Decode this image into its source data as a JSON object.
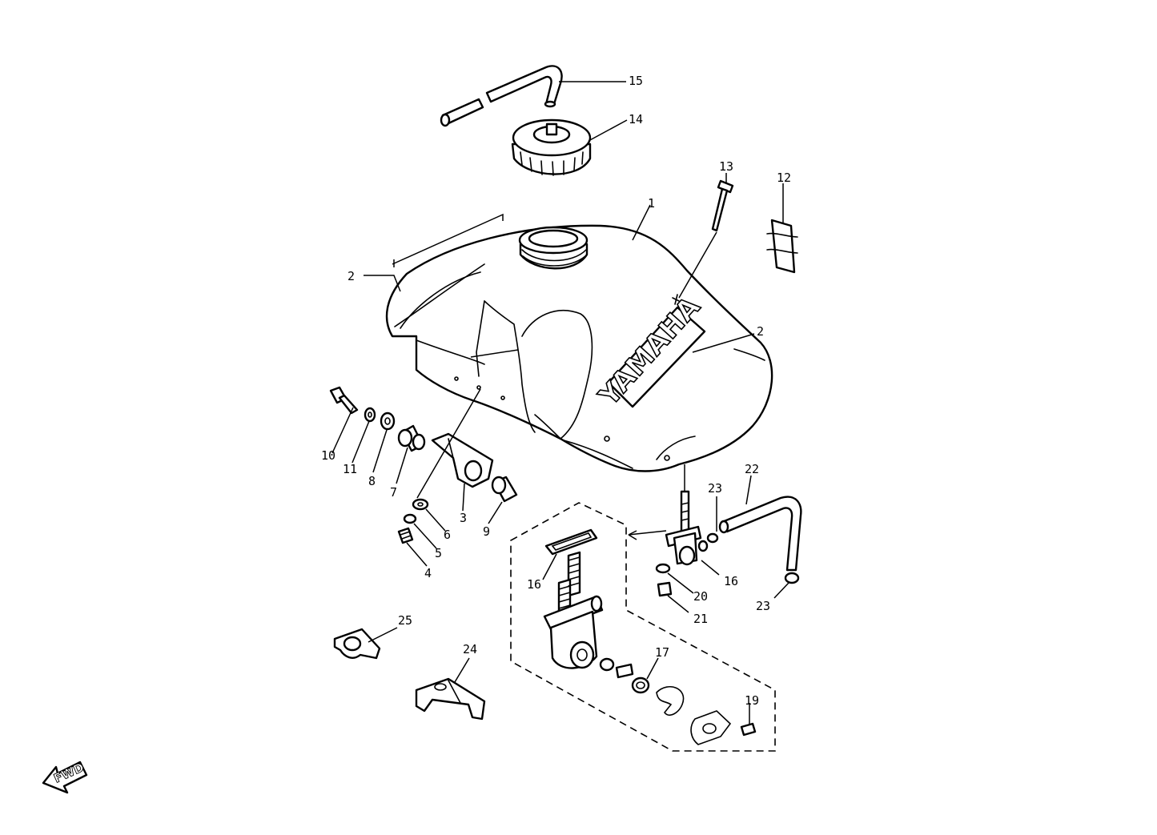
{
  "brand_text": "YAMAHA",
  "direction_label": "FWD",
  "callouts": [
    {
      "id": "c15",
      "text": "15"
    },
    {
      "id": "c14",
      "text": "14"
    },
    {
      "id": "c13",
      "text": "13"
    },
    {
      "id": "c12",
      "text": "12"
    },
    {
      "id": "c1",
      "text": "1"
    },
    {
      "id": "c2a",
      "text": "2"
    },
    {
      "id": "c2b",
      "text": "2"
    },
    {
      "id": "c10",
      "text": "10"
    },
    {
      "id": "c11",
      "text": "11"
    },
    {
      "id": "c8",
      "text": "8"
    },
    {
      "id": "c7",
      "text": "7"
    },
    {
      "id": "c3",
      "text": "3"
    },
    {
      "id": "c9",
      "text": "9"
    },
    {
      "id": "c6",
      "text": "6"
    },
    {
      "id": "c5",
      "text": "5"
    },
    {
      "id": "c4",
      "text": "4"
    },
    {
      "id": "c22",
      "text": "22"
    },
    {
      "id": "c23a",
      "text": "23"
    },
    {
      "id": "c16a",
      "text": "16"
    },
    {
      "id": "c20",
      "text": "20"
    },
    {
      "id": "c21",
      "text": "21"
    },
    {
      "id": "c23b",
      "text": "23"
    },
    {
      "id": "c16b",
      "text": "16"
    },
    {
      "id": "c25",
      "text": "25"
    },
    {
      "id": "c24",
      "text": "24"
    },
    {
      "id": "c17",
      "text": "17"
    },
    {
      "id": "c19",
      "text": "19"
    }
  ]
}
